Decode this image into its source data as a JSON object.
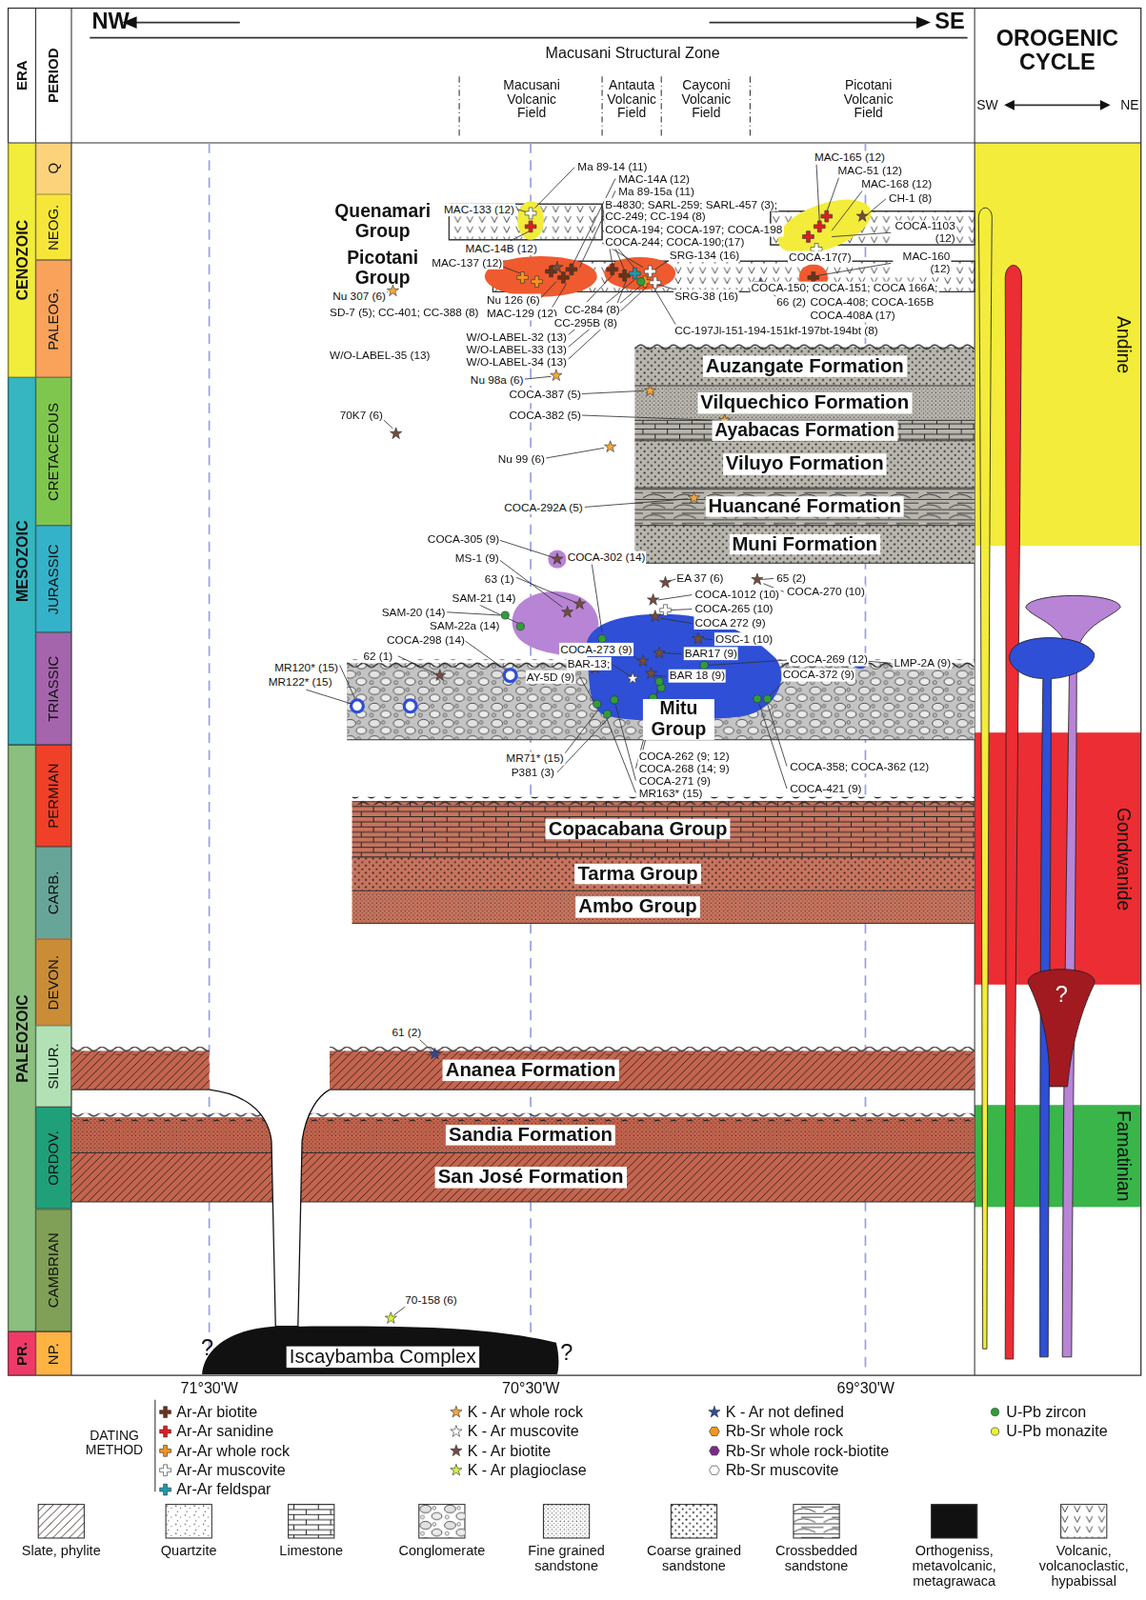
{
  "diagram": {
    "nodes": [
      {
        "text": [
          "CENOZOIC"
        ]
      },
      {
        "text": [
          "MESOZOIC"
        ]
      },
      {
        "text": [
          "PALEOZOIC"
        ]
      },
      {
        "text": [
          "PR."
        ]
      },
      {
        "text": [
          "Q"
        ]
      },
      {
        "text": [
          "NEOG."
        ]
      },
      {
        "text": [
          "PALEOG."
        ]
      },
      {
        "text": [
          "CRETACEOUS"
        ]
      },
      {
        "text": [
          "JURASSIC"
        ]
      },
      {
        "text": [
          "TRIASSIC"
        ]
      },
      {
        "text": [
          "PERMIAN"
        ]
      },
      {
        "text": [
          "CARB."
        ]
      },
      {
        "text": [
          "DEVON."
        ]
      },
      {
        "text": [
          "SILUR."
        ]
      },
      {
        "text": [
          "ORDOV."
        ]
      },
      {
        "text": [
          "CAMBRIAN"
        ]
      },
      {
        "text": [
          "NP."
        ]
      },
      {
        "text": [
          "Auzangate Formation"
        ]
      },
      {
        "text": [
          "Vilquechico Formation"
        ]
      },
      {
        "text": [
          "Ayabacas Formation"
        ]
      },
      {
        "text": [
          "Viluyo Formation"
        ]
      },
      {
        "text": [
          "Huancané Formation"
        ]
      },
      {
        "text": [
          "Muni Formation"
        ]
      },
      {
        "text": [
          "Mitu Group"
        ]
      },
      {
        "text": [
          "Copacabana Group"
        ]
      },
      {
        "text": [
          "Tarma Group"
        ]
      },
      {
        "text": [
          "Ambo Group"
        ]
      },
      {
        "text": [
          "Ananea Formation"
        ]
      },
      {
        "text": [
          "Sandia Formation"
        ]
      },
      {
        "text": [
          "San José Formation"
        ]
      },
      {
        "text": [
          "Iscaybamba Complex"
        ]
      },
      {
        "text": [
          "Andine"
        ]
      },
      {
        "text": [
          "Gondwanide"
        ]
      },
      {
        "text": [
          "Famatinian"
        ]
      }
    ],
    "labels": [
      "NW",
      "SE",
      "Macusani Structural Zone",
      "Macusani Volcanic Field",
      "Antauta Volcanic Field",
      "Cayconi Volcanic Field",
      "Picotani Volcanic Field",
      "ERA",
      "PERIOD",
      "OROGENIC CYCLE",
      "SW",
      "NE",
      "Quenamari Group",
      "Picotani Group",
      "?",
      "?",
      "?",
      "71°30'W",
      "70°30'W",
      "69°30'W",
      "DATING METHOD",
      "MAC-133 (12)",
      "Ma 89-14 (11)",
      "MAC-14A (12)",
      "Ma 89-15a (11)",
      "B-4830; SARL-259; SARL-457 (3);",
      "CC-249; CC-194 (8)",
      "COCA-194; COCA-197; COCA-198",
      "COCA-244; COCA-190;(17)",
      "MAC-14B (12)",
      "MAC-137 (12)",
      "SRG-134 (16)",
      "Nu 307 (6)",
      "SD-7 (5); CC-401; CC-388 (8)",
      "Nu 126 (6)",
      "MAC-129 (12)",
      "CC-284 (8)",
      "CC-295B (8)",
      "W/O-LABEL-32 (13)",
      "W/O-LABEL-33 (13)",
      "W/O-LABEL-34 (13)",
      "W/O-LABEL-35 (13)",
      "SRG-38 (16)",
      "66 (2)",
      "CC-197Jl-151-194-151kf-197bt-194bt (8)",
      "MAC-165 (12)",
      "MAC-51 (12)",
      "MAC-168 (12)",
      "CH-1 (8)",
      "COCA-1103 (12)",
      "COCA-17(7)",
      "MAC-160 (12)",
      "COCA-150; COCA-151; COCA 166A;",
      "COCA-408; COCA-165B",
      "COCA-408A (17)",
      "Nu 98a (6)",
      "COCA-387 (5)",
      "COCA-382 (5)",
      "70K7 (6)",
      "Nu 99 (6)",
      "COCA-292A (5)",
      "COCA-305 (9)",
      "MS-1 (9)",
      "63 (1)",
      "SAM-21 (14)",
      "SAM-20 (14)",
      "SAM-22a (14)",
      "COCA-298 (14)",
      "62 (1)",
      "MR120* (15)",
      "MR122* (15)",
      "COCA-302 (14)",
      "EA 37 (6)",
      "65 (2)",
      "COCA-270 (10)",
      "COCA-1012 (10)",
      "COCA-265 (10)",
      "COCA 272 (9)",
      "OSC-1 (10)",
      "COCA-273 (9)",
      "BAR-13;",
      "AY-5D (9)",
      "BAR17 (9)",
      "BAR 18 (9)",
      "COCA-269 (12)",
      "COCA-372 (9)",
      "LMP-2A (9)",
      "MR71* (15)",
      "P381 (3)",
      "COCA-262 (9; 12)",
      "COCA-268 (14; 9)",
      "COCA-271 (9)",
      "MR163* (15)",
      "COCA-358; COCA-362 (12)",
      "COCA-421 (9)",
      "61 (2)",
      "70-158 (6)"
    ],
    "legend": [
      {
        "text": "Ar-Ar biotite",
        "color": "#6b3219"
      },
      {
        "text": "Ar-Ar sanidine",
        "color": "#e31b23"
      },
      {
        "text": "Ar-Ar whole rock",
        "color": "#f7941d"
      },
      {
        "text": "Ar-Ar muscovite",
        "color": "#ffffff"
      },
      {
        "text": "Ar-Ar feldspar",
        "color": "#1b9aaa"
      },
      {
        "text": "K - Ar whole rock",
        "color": "#f7a738"
      },
      {
        "text": "K - Ar muscovite",
        "color": "#ffffff"
      },
      {
        "text": "K - Ar biotite",
        "color": "#754c3c"
      },
      {
        "text": "K - Ar plagioclase",
        "color": "#d9ef3b"
      },
      {
        "text": "K - Ar not defined",
        "color": "#2e4a9e"
      },
      {
        "text": "Rb-Sr whole rock",
        "color": "#f7941d"
      },
      {
        "text": "Rb-Sr whole rock-biotite",
        "color": "#7b2a8a"
      },
      {
        "text": "Rb-Sr muscovite",
        "color": "#ffffff"
      },
      {
        "text": "U-Pb zircon",
        "color": "#2e9e3a"
      },
      {
        "text": "U-Pb monazite",
        "color": "#e9f23a"
      },
      {
        "text": "Slate, phylite"
      },
      {
        "text": "Quartzite"
      },
      {
        "text": "Limestone"
      },
      {
        "text": "Conglomerate"
      },
      {
        "text": "Fine grained sandstone"
      },
      {
        "text": "Coarse grained sandstone"
      },
      {
        "text": "Crossbedded sandstone"
      },
      {
        "text": "Orthogeniss, metavolcanic, metagrawaca"
      },
      {
        "text": "Volcanic, volcanoclastic, hypabissal"
      }
    ]
  }
}
